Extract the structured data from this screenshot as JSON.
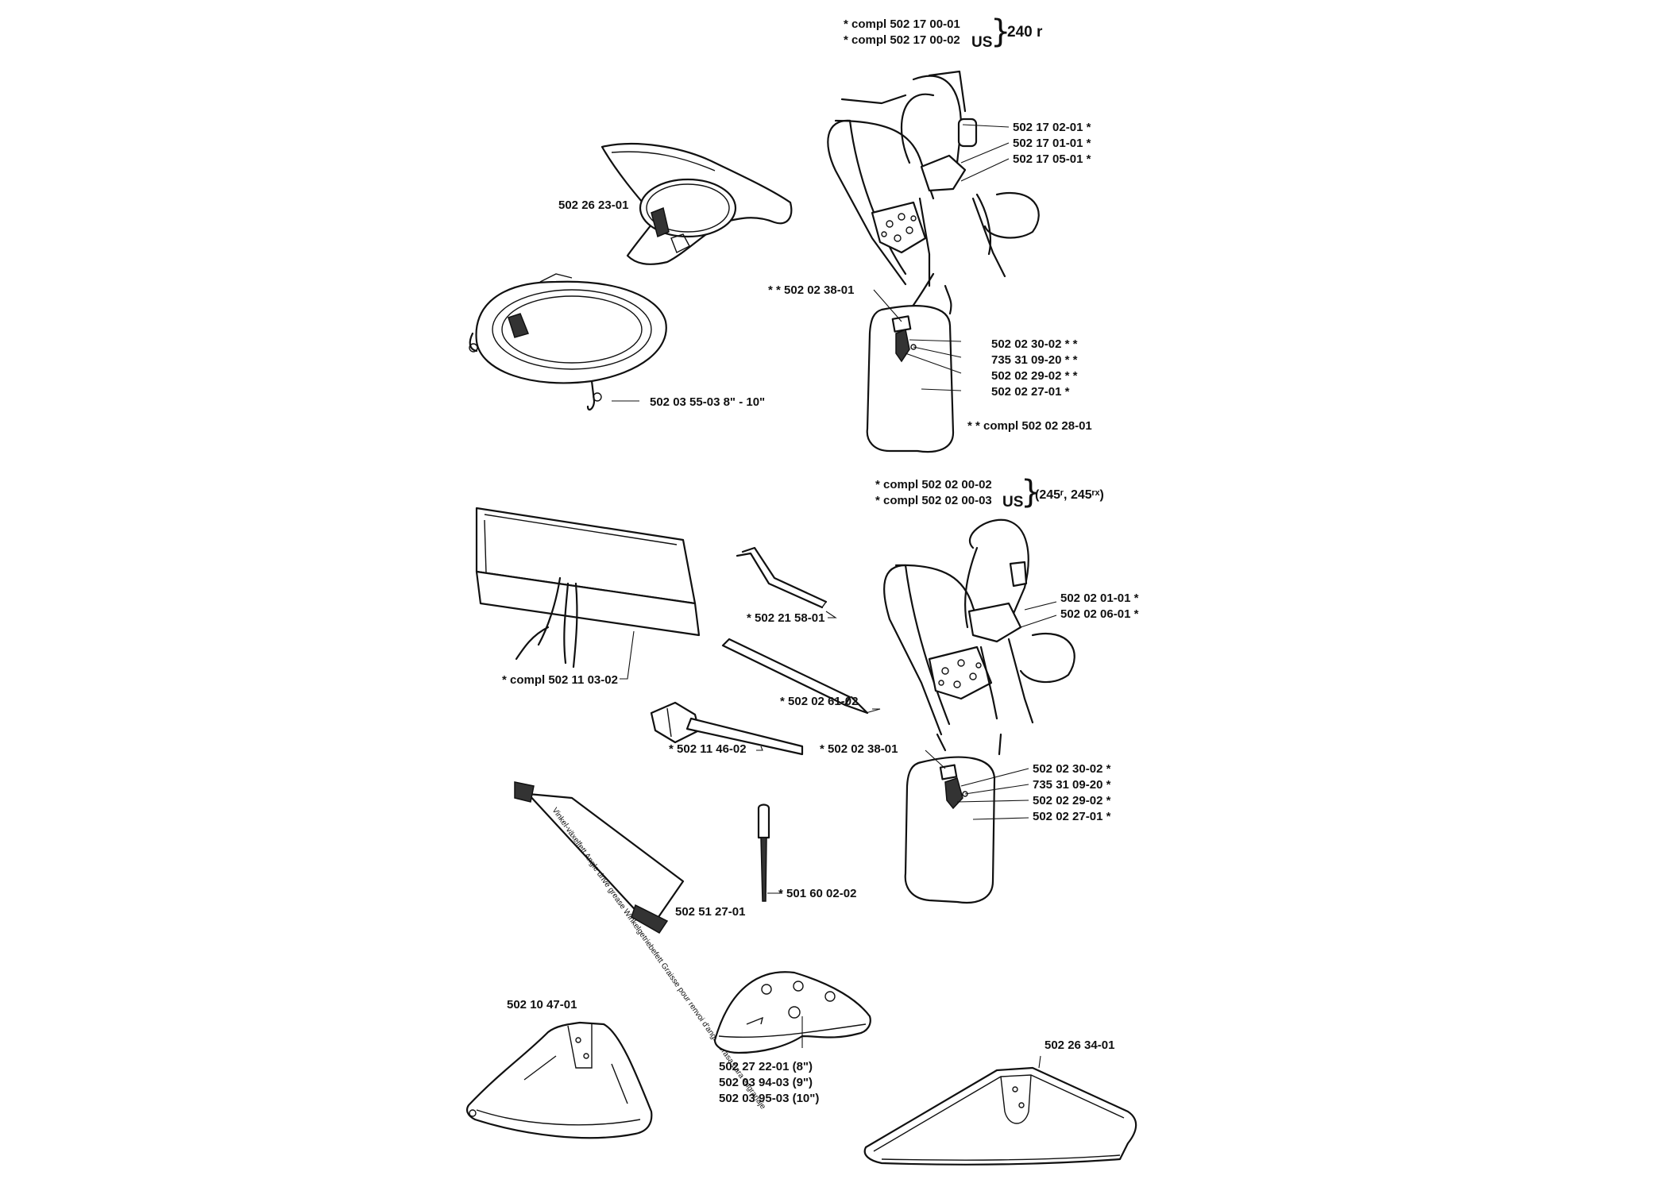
{
  "labels": {
    "harness_240_1": "*  compl 502 17 00-01",
    "harness_240_2": "*  compl 502 17 00-02",
    "us_1": "US",
    "model_240": "240 r",
    "p_502170201": "502 17 02-01  *",
    "p_502170101": "502 17 01-01  *",
    "p_502170501": "502 17 05-01  *",
    "p_502262301": "502 26 23-01",
    "p_502023801_a": "* *  502 02 38-01",
    "p_502023002_a": "502 02 30-02  * *",
    "p_735310920_a": "735 31 09-20  * *",
    "p_502022902_a": "502 02 29-02  * *",
    "p_502022701_a": "502 02 27-01  *",
    "p_502035503": "502 03 55-03  8\" - 10\"",
    "p_compl_502022801": "* *  compl 502 02 28-01",
    "harness_245_1": "*  compl 502 02 00-02",
    "harness_245_2": "*  compl 502 02 00-03",
    "us_2": "US",
    "model_245": "(245ʳ, 245ʳˣ)",
    "p_502215801": "*  502 21 58-01",
    "p_502020101": "502 02 01-01  *",
    "p_502020601": "502 02 06-01  *",
    "p_compl_502110302": "*  compl 502 11 03-02",
    "p_502026102": "*  502 02 61-02",
    "p_502114602": "*  502 11 46-02",
    "p_502023801_b": "*  502 02 38-01",
    "p_502023002_b": "502 02 30-02  *",
    "p_735310920_b": "735 31 09-20  *",
    "p_502022902_b": "502 02 29-02  *",
    "p_502022701_b": "502 02 27-01  *",
    "p_502512701": "502 51 27-01",
    "p_501600202": "*  501 60 02-02",
    "p_502104701": "502 10 47-01",
    "p_502272201": "502 27 22-01  (8\")",
    "p_502039403": "502 03 94-03  (9\")",
    "p_502039503": "502 03 95-03  (10\")",
    "p_502263401": "502 26 34-01",
    "tube_text": "Vinkel-växelfett  Angle drive grease  Winkelgetriebefett  Graisse pour renvoi d'angle  Grasa para engranaje"
  }
}
